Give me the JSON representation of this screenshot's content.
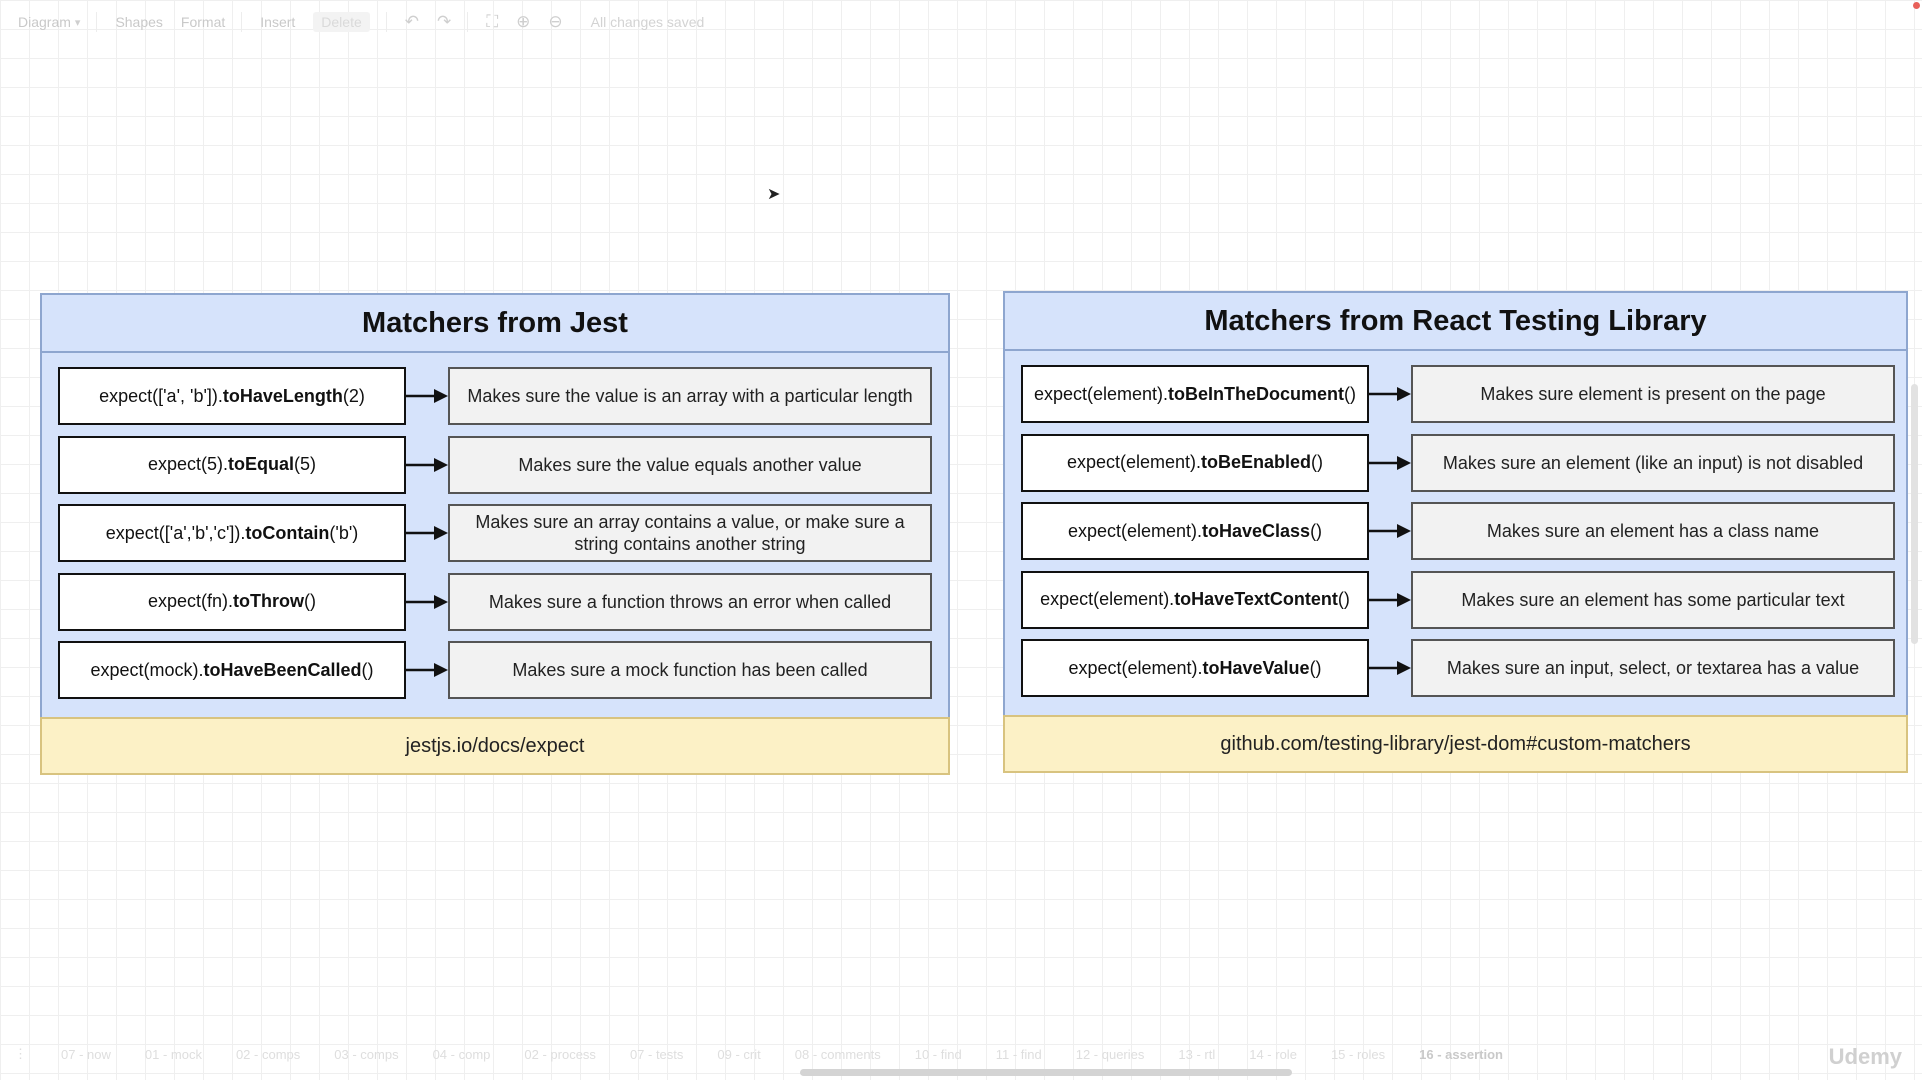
{
  "toolbar": {
    "menu_diagram": "Diagram",
    "menu_shapes": "Shapes",
    "menu_format": "Format",
    "menu_insert": "Insert",
    "menu_delete": "Delete",
    "status": "All changes saved"
  },
  "jest_panel": {
    "title": "Matchers from Jest",
    "rows": [
      {
        "code_prefix": "expect(['a', 'b']).",
        "code_method": "toHaveLength",
        "code_suffix": "(2)",
        "description": "Makes sure the value is an array with a particular length"
      },
      {
        "code_prefix": "expect(5).",
        "code_method": "toEqual",
        "code_suffix": "(5)",
        "description": "Makes sure the value equals another value"
      },
      {
        "code_prefix": "expect(['a','b','c']).",
        "code_method": "toContain",
        "code_suffix": "('b')",
        "description": "Makes sure an array contains a value, or make sure a string contains another string"
      },
      {
        "code_prefix": "expect(fn).",
        "code_method": "toThrow",
        "code_suffix": "()",
        "description": "Makes sure a function throws an error when called"
      },
      {
        "code_prefix": "expect(mock).",
        "code_method": "toHaveBeenCalled",
        "code_suffix": "()",
        "description": "Makes sure a mock function has been called"
      }
    ],
    "footer": "jestjs.io/docs/expect"
  },
  "rtl_panel": {
    "title": "Matchers from React Testing Library",
    "rows": [
      {
        "code_prefix": "expect(element).",
        "code_method": "toBeInTheDocument",
        "code_suffix": "()",
        "description": "Makes sure element is present on the page"
      },
      {
        "code_prefix": "expect(element).",
        "code_method": "toBeEnabled",
        "code_suffix": "()",
        "description": "Makes sure an element (like an input) is not disabled"
      },
      {
        "code_prefix": "expect(element).",
        "code_method": "toHaveClass",
        "code_suffix": "()",
        "description": "Makes sure an element has a class name"
      },
      {
        "code_prefix": "expect(element).",
        "code_method": "toHaveTextContent",
        "code_suffix": "()",
        "description": "Makes sure an element has some particular text"
      },
      {
        "code_prefix": "expect(element).",
        "code_method": "toHaveValue",
        "code_suffix": "()",
        "description": "Makes sure an input, select, or textarea has a value"
      }
    ],
    "footer": "github.com/testing-library/jest-dom#custom-matchers"
  },
  "page_tabs": [
    "07 - now",
    "01 - mock",
    "02 - comps",
    "03 - comps",
    "04 - comp",
    "02 - process",
    "07 - tests",
    "09 - crit",
    "08 - comments",
    "10 - find",
    "11 - find",
    "12 - queries",
    "13 - rtl",
    "14 - role",
    "15 - roles",
    "16 - assertion"
  ],
  "active_page_tab": "16 - assertion",
  "watermark": "Udemy"
}
